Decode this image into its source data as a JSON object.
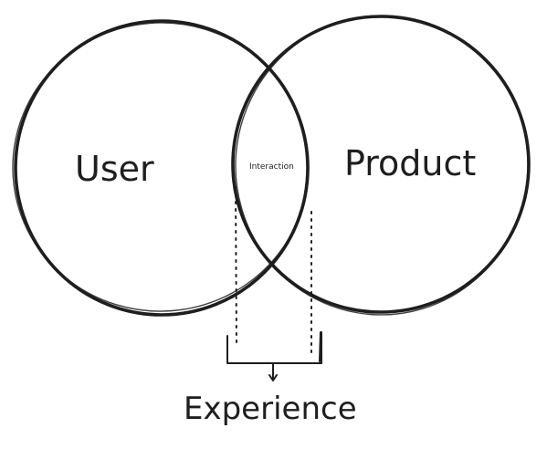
{
  "diagram": {
    "labels": {
      "user": "User",
      "product": "Product",
      "interaction": "Interaction",
      "experience": "Experience"
    },
    "stroke_color": "#1e1e1e",
    "background": "#ffffff"
  }
}
